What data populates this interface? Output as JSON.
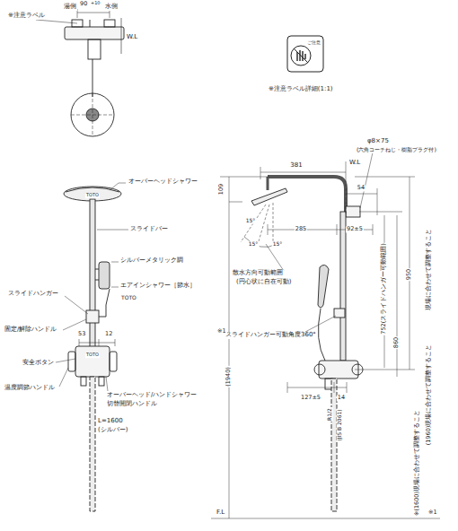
{
  "diagram": {
    "labels": [
      "※注意ラベル",
      "湯側",
      "水側",
      "90",
      "+10",
      "W.L",
      "ご注意",
      "※注意ラベル詳細(1:1)",
      "オーバーヘッドシャワー",
      "TOTO",
      "スライドバー",
      "シルバーメタリック調",
      "エアインシャワー［節水］",
      "TOTO",
      "スライドハンガー",
      "固定/解除ハンドル",
      "53",
      "12",
      "TOTO",
      "安全ボタン",
      "温度調節ハンドル",
      "オーバーヘッド/ハンドシャワー",
      "切替開閉ハンドル",
      "L=1600",
      "(シルバー)",
      "381",
      "W.L",
      "φ8×75",
      "(六角コーチねじ・樹脂プラグ付)",
      "109",
      "54",
      "15°",
      "15°",
      "15°",
      "285",
      "92±5",
      "散水方向可動範囲",
      "(円心状に自在可動)",
      "752(スライドハンガー可動範囲)",
      "950",
      "現場に合わせて調整すること",
      "スライドハンガー可動角度360°",
      "860",
      "(1940)",
      "※1",
      "127±5",
      "14",
      "R1/2",
      "(JIS B 2061)",
      "(1960)現場に合わせて調整すること",
      "※(1600)現場に合わせて調整すること",
      "※1",
      "F.L"
    ]
  }
}
